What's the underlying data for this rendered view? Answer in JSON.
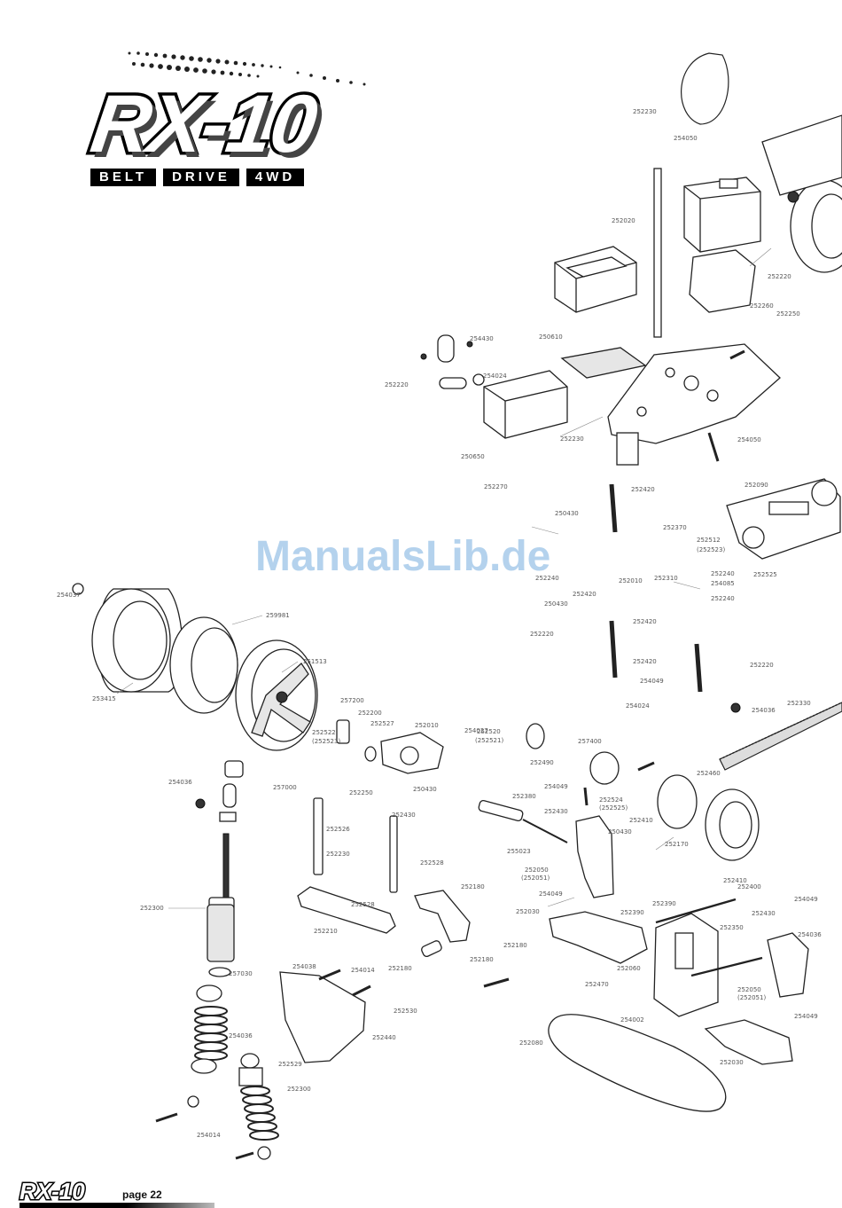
{
  "logo": {
    "title": "RX-10",
    "badges": [
      "BELT",
      "DRIVE",
      "4WD"
    ]
  },
  "watermark": "ManualsLib.de",
  "footer": {
    "logo": "RX-10",
    "page": "page 22"
  },
  "labels": [
    {
      "id": "l1",
      "text": "254430"
    },
    {
      "id": "l2",
      "text": "250610"
    },
    {
      "id": "l3",
      "text": "254024"
    },
    {
      "id": "l4",
      "text": "252220"
    },
    {
      "id": "l5",
      "text": "252230"
    },
    {
      "id": "l6",
      "text": "254050"
    },
    {
      "id": "l7",
      "text": "250650"
    },
    {
      "id": "l8",
      "text": "252270"
    },
    {
      "id": "l9",
      "text": "252420"
    },
    {
      "id": "l10",
      "text": "250430"
    },
    {
      "id": "l11",
      "text": "252010"
    },
    {
      "id": "l12",
      "text": "252240"
    },
    {
      "id": "l13",
      "text": "252420"
    },
    {
      "id": "l14",
      "text": "250430"
    },
    {
      "id": "l15",
      "text": "252220"
    },
    {
      "id": "l16",
      "text": "252310"
    },
    {
      "id": "l17",
      "text": "252240"
    },
    {
      "id": "l18",
      "text": "254085"
    },
    {
      "id": "l19",
      "text": "252240"
    },
    {
      "id": "l20",
      "text": "252420"
    },
    {
      "id": "l21",
      "text": "252420"
    },
    {
      "id": "l22",
      "text": "254049"
    },
    {
      "id": "l23",
      "text": "252220"
    },
    {
      "id": "l24",
      "text": "254024"
    },
    {
      "id": "l25",
      "text": "254036"
    },
    {
      "id": "l26",
      "text": "252460"
    },
    {
      "id": "l27",
      "text": "252370"
    },
    {
      "id": "l28",
      "text": "252512"
    },
    {
      "id": "l29",
      "text": "(252523)"
    },
    {
      "id": "l30",
      "text": "254037"
    },
    {
      "id": "l31",
      "text": "259981"
    },
    {
      "id": "l32",
      "text": "251513"
    },
    {
      "id": "l33",
      "text": "253415"
    },
    {
      "id": "l34",
      "text": "257200"
    },
    {
      "id": "l35",
      "text": "252200"
    },
    {
      "id": "l36",
      "text": "252527"
    },
    {
      "id": "l37",
      "text": "252522"
    },
    {
      "id": "l38",
      "text": "(252523)"
    },
    {
      "id": "l39",
      "text": "252010"
    },
    {
      "id": "l40",
      "text": "254027"
    },
    {
      "id": "l41",
      "text": "252520"
    },
    {
      "id": "l42",
      "text": "(252521)"
    },
    {
      "id": "l43",
      "text": "252490"
    },
    {
      "id": "l44",
      "text": "257400"
    },
    {
      "id": "l45",
      "text": "254036"
    },
    {
      "id": "l46",
      "text": "257000"
    },
    {
      "id": "l47",
      "text": "252250"
    },
    {
      "id": "l48",
      "text": "250430"
    },
    {
      "id": "l49",
      "text": "252430"
    },
    {
      "id": "l50",
      "text": "252526"
    },
    {
      "id": "l51",
      "text": "252230"
    },
    {
      "id": "l52",
      "text": "252528"
    },
    {
      "id": "l53",
      "text": "252380"
    },
    {
      "id": "l54",
      "text": "252430"
    },
    {
      "id": "l55",
      "text": "254049"
    },
    {
      "id": "l56",
      "text": "252524"
    },
    {
      "id": "l57",
      "text": "(252525)"
    },
    {
      "id": "l58",
      "text": "250430"
    },
    {
      "id": "l59",
      "text": "252410"
    },
    {
      "id": "l60",
      "text": "252170"
    },
    {
      "id": "l61",
      "text": "255023"
    },
    {
      "id": "l62",
      "text": "252050"
    },
    {
      "id": "l63",
      "text": "(252051)"
    },
    {
      "id": "l64",
      "text": "252300"
    },
    {
      "id": "l65",
      "text": "252528"
    },
    {
      "id": "l66",
      "text": "252180"
    },
    {
      "id": "l67",
      "text": "254049"
    },
    {
      "id": "l68",
      "text": "252210"
    },
    {
      "id": "l69",
      "text": "252030"
    },
    {
      "id": "l70",
      "text": "252390"
    },
    {
      "id": "l71",
      "text": "252390"
    },
    {
      "id": "l72",
      "text": "252350"
    },
    {
      "id": "l73",
      "text": "252180"
    },
    {
      "id": "l74",
      "text": "252180"
    },
    {
      "id": "l75",
      "text": "252180"
    },
    {
      "id": "l76",
      "text": "257030"
    },
    {
      "id": "l77",
      "text": "254038"
    },
    {
      "id": "l78",
      "text": "254014"
    },
    {
      "id": "l79",
      "text": "252060"
    },
    {
      "id": "l80",
      "text": "252530"
    },
    {
      "id": "l81",
      "text": "252470"
    },
    {
      "id": "l82",
      "text": "252440"
    },
    {
      "id": "l83",
      "text": "254036"
    },
    {
      "id": "l84",
      "text": "252529"
    },
    {
      "id": "l85",
      "text": "252300"
    },
    {
      "id": "l86",
      "text": "254014"
    },
    {
      "id": "l87",
      "text": "252080"
    },
    {
      "id": "l88",
      "text": "254002"
    },
    {
      "id": "l89",
      "text": "252050"
    },
    {
      "id": "l90",
      "text": "(252051)"
    },
    {
      "id": "l91",
      "text": "252030"
    },
    {
      "id": "l92",
      "text": "252400"
    },
    {
      "id": "l93",
      "text": "252410"
    },
    {
      "id": "l94",
      "text": "252430"
    },
    {
      "id": "l95",
      "text": "254049"
    },
    {
      "id": "l96",
      "text": "254049"
    },
    {
      "id": "l97",
      "text": "254036"
    },
    {
      "id": "l98",
      "text": "252330"
    },
    {
      "id": "l99",
      "text": "252525"
    },
    {
      "id": "l100",
      "text": "252090"
    },
    {
      "id": "l101",
      "text": "252230"
    },
    {
      "id": "l102",
      "text": "254050"
    },
    {
      "id": "l103",
      "text": "252020"
    },
    {
      "id": "l104",
      "text": "252220"
    },
    {
      "id": "l105",
      "text": "252260"
    },
    {
      "id": "l106",
      "text": "252250"
    }
  ]
}
